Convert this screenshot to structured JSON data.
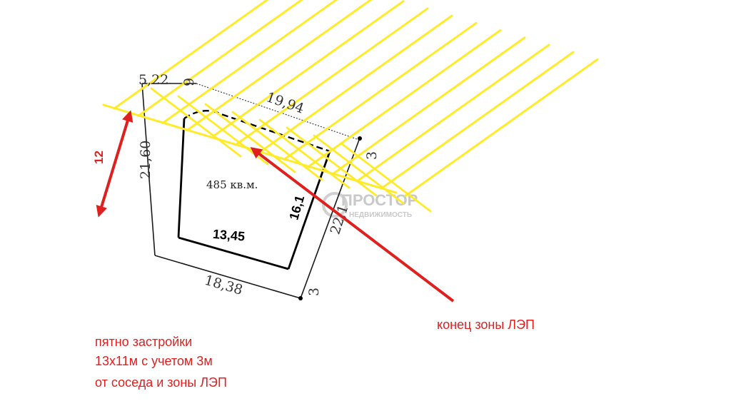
{
  "plot": {
    "area_label": "485 кв.м.",
    "dimensions": {
      "top_left": "5,22",
      "top_left_partial": "9",
      "top": "19,94",
      "left": "21,60",
      "bottom": "18,38",
      "right": "22,1",
      "setback_top_right": "3",
      "setback_bottom_right": "3"
    },
    "building_spot": {
      "bottom": "13,45",
      "right": "16,1"
    }
  },
  "power_zone": {
    "width_label": "12",
    "end_label": "конец зоны ЛЭП"
  },
  "note": {
    "lines": [
      "пятно застройки",
      "13х11м с учетом 3м",
      "от соседа и зоны ЛЭП"
    ]
  },
  "watermark": {
    "line1": "ПРОСТОР",
    "line2": "НЕДВИЖИМОСТЬ"
  },
  "colors": {
    "hatch": "#ffeb2a",
    "annotation": "#e0201e",
    "outline": "#1a1a1a"
  }
}
